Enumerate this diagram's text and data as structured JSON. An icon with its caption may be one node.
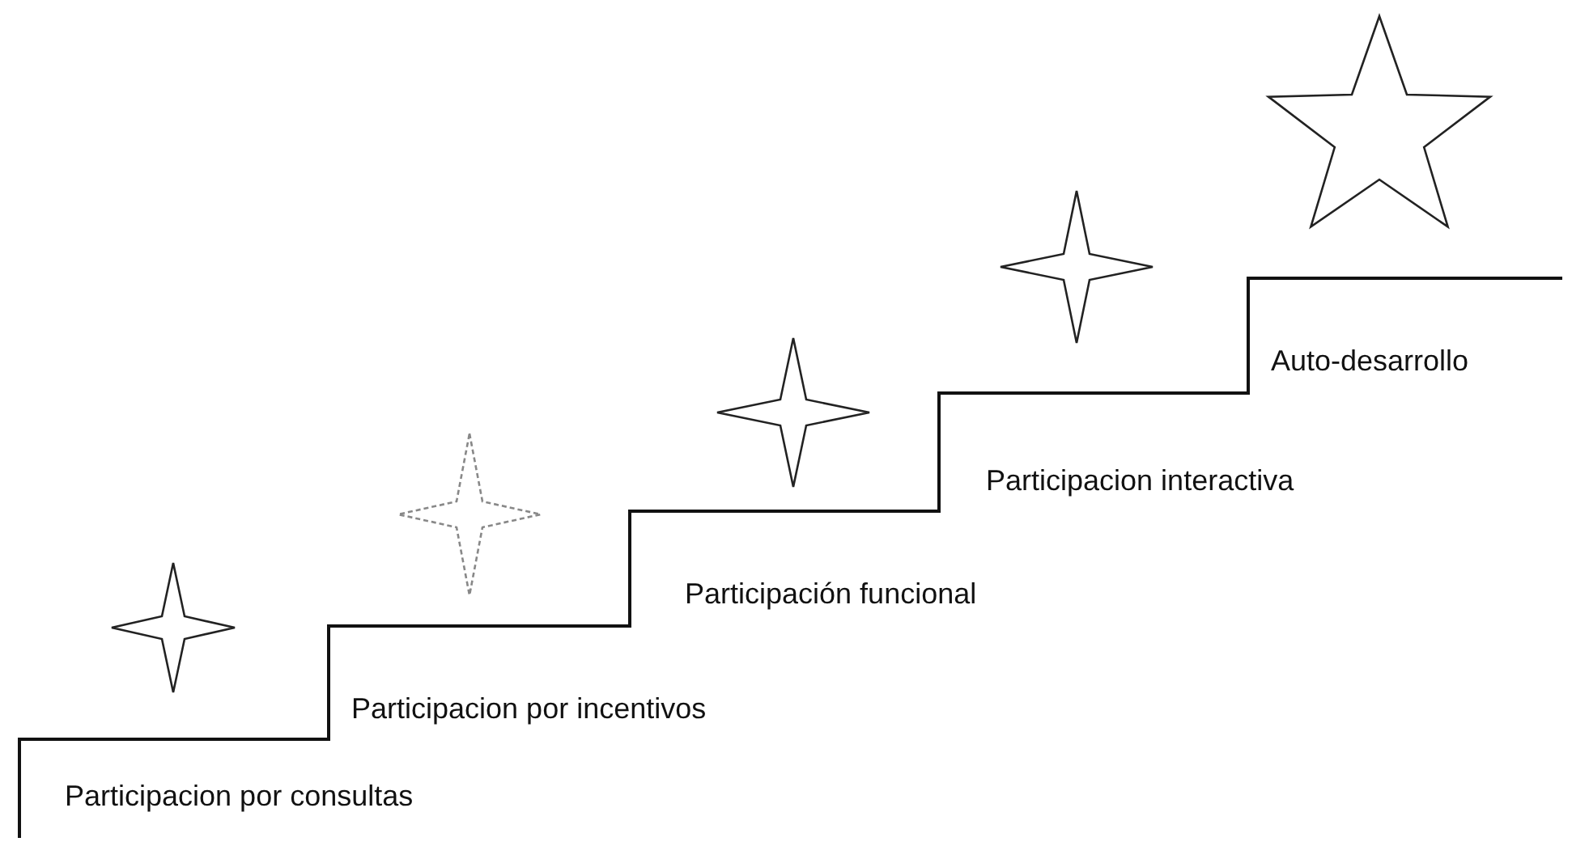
{
  "diagram": {
    "labels": [
      "Participacion por consultas",
      "Participacion por incentivos",
      "Participación funcional",
      "Participacion interactiva",
      "Auto-desarrollo"
    ]
  }
}
